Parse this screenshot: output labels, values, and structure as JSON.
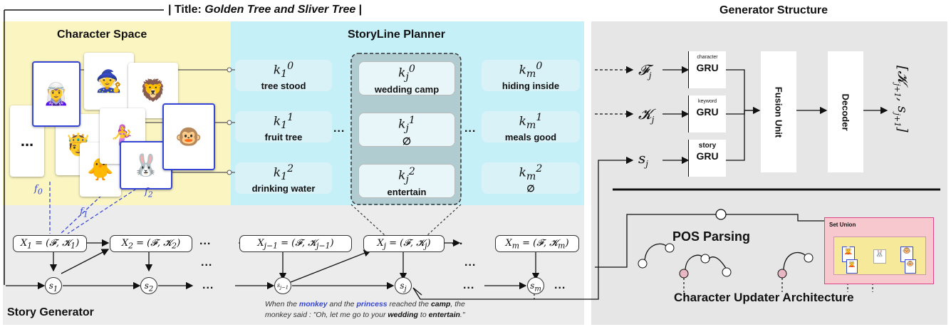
{
  "title": {
    "prefix": "| Title: ",
    "story_title": "Golden Tree and Sliver Tree",
    "suffix": " |"
  },
  "character_space": {
    "label": "Character Space",
    "ellipsis": "...",
    "flow_labels": [
      "f0",
      "f1",
      "f2"
    ]
  },
  "planner": {
    "label": "StoryLine Planner",
    "columns": [
      {
        "keys": [
          "k10",
          "k11",
          "k12"
        ],
        "keywords": [
          "tree stood",
          "fruit tree",
          "drinking water"
        ]
      },
      {
        "keys": [
          "kj0",
          "kj1",
          "kj2"
        ],
        "keywords": [
          "wedding camp",
          "∅",
          "entertain"
        ]
      },
      {
        "keys": [
          "km0",
          "km1",
          "km2"
        ],
        "keywords": [
          "hiding inside",
          "meals good",
          "∅"
        ]
      }
    ],
    "ellipsis": "..."
  },
  "generator_structure": {
    "label": "Generator Structure",
    "inputs": [
      "𝓕",
      "𝓚",
      "s"
    ],
    "gru_blocks": [
      {
        "tag": "character",
        "name": "GRU"
      },
      {
        "tag": "keyword",
        "name": "GRU"
      },
      {
        "tag": "story",
        "name": "GRU"
      }
    ],
    "fusion_label": "Fusion Unit",
    "decoder_label": "Decoder",
    "output": "[𝓚j+1, sj+1]"
  },
  "character_updater": {
    "pos_label": "POS Parsing",
    "set_union_label": "Set Union",
    "caption": "Character Updater Architecture"
  },
  "story_generator": {
    "label": "Story Generator",
    "x_nodes": [
      "X1 = (𝓕, 𝓚1)",
      "X2 = (𝓕, 𝓚2)",
      "Xj−1 = (𝓕, 𝓚j−1)",
      "Xj = (𝓕, 𝓚j)",
      "Xm = (𝓕, 𝓚m)"
    ],
    "s_nodes": [
      "s1",
      "s2",
      "sj−1",
      "sj",
      "sm"
    ],
    "ellipsis": "...",
    "sentence_parts": {
      "p1": "When the ",
      "monkey": "monkey",
      "p2": " and the ",
      "princess": "princess",
      "p3": " reached the ",
      "camp": "camp",
      "p4": ", the",
      "line2_start": "monkey said : \"Oh, let me go to your ",
      "wedding": "wedding",
      "p5": " to ",
      "entertain": "entertain",
      "p6": ".\""
    }
  },
  "colors": {
    "yellow_panel": "#fbf5c2",
    "cyan_panel": "#c6f0f8",
    "gray_panel": "#ececec",
    "accent_blue": "#3546d6",
    "set_union_bg": "#f7c9cf"
  },
  "emoji": {
    "elf": "🧝‍♀️",
    "wizard": "🧙",
    "lion": "🦁",
    "king": "🤴",
    "mermaid": "🧜‍♀️",
    "monkey": "🐵",
    "rabbit": "🐰",
    "duck": "🐥"
  }
}
